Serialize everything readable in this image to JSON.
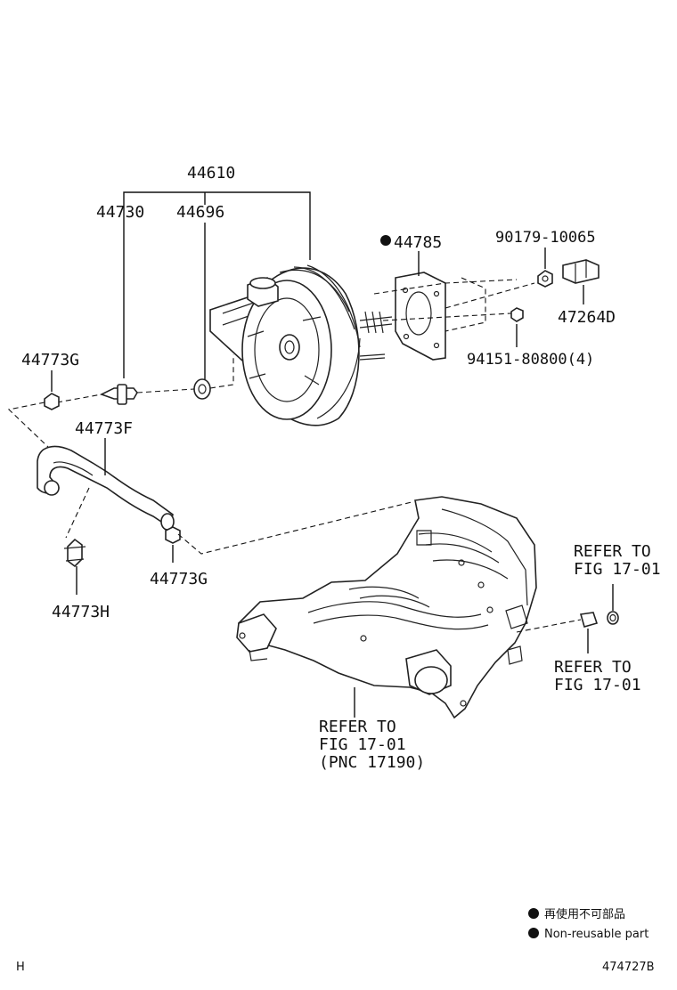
{
  "labels": {
    "p44610": "44610",
    "p44730": "44730",
    "p44696": "44696",
    "p44785": "44785",
    "p90179": "90179-10065",
    "p47264": "47264D",
    "p94151": "94151-80800(4)",
    "p44773g_top": "44773G",
    "p44773f": "44773F",
    "p44773g_bottom": "44773G",
    "p44773h": "44773H"
  },
  "refers": {
    "right_top": [
      "REFER TO",
      "FIG 17-01"
    ],
    "right_bottom": [
      "REFER TO",
      "FIG 17-01"
    ],
    "manifold": [
      "REFER TO",
      "FIG 17-01",
      "(PNC 17190)"
    ]
  },
  "legend": {
    "japanese": "再使用不可部品",
    "english": "Non-reusable part"
  },
  "footer": {
    "left": "H",
    "right": "474727B"
  }
}
